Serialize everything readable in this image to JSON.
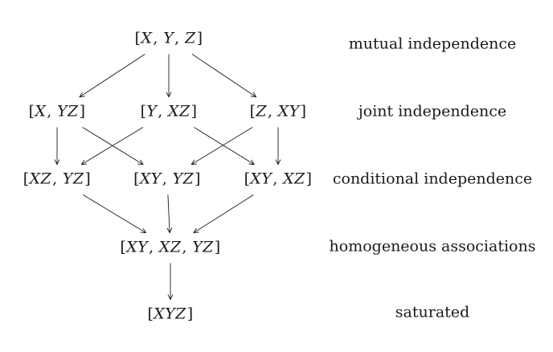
{
  "diagram": {
    "kind": "log-linear model hierarchy lattice",
    "colors": {
      "ink": "#1a1a1a",
      "background": "#ffffff"
    },
    "nodes": {
      "mutual": {
        "label": "[X, Y, Z]"
      },
      "x_yz": {
        "label": "[X, YZ]"
      },
      "y_xz": {
        "label": "[Y, XZ]"
      },
      "z_xy": {
        "label": "[Z, XY]"
      },
      "xz_yz": {
        "label": "[XZ, YZ]"
      },
      "xy_yz": {
        "label": "[XY, YZ]"
      },
      "xy_xz": {
        "label": "[XY, XZ]"
      },
      "homogeneous": {
        "label": "[XY, XZ, YZ]"
      },
      "saturated": {
        "label": "[XYZ]"
      }
    },
    "edges": [
      {
        "from": "mutual",
        "to": "x_yz"
      },
      {
        "from": "mutual",
        "to": "y_xz"
      },
      {
        "from": "mutual",
        "to": "z_xy"
      },
      {
        "from": "x_yz",
        "to": "xz_yz"
      },
      {
        "from": "x_yz",
        "to": "xy_yz"
      },
      {
        "from": "y_xz",
        "to": "xz_yz"
      },
      {
        "from": "y_xz",
        "to": "xy_xz"
      },
      {
        "from": "z_xy",
        "to": "xy_yz"
      },
      {
        "from": "z_xy",
        "to": "xy_xz"
      },
      {
        "from": "xz_yz",
        "to": "homogeneous"
      },
      {
        "from": "xy_yz",
        "to": "homogeneous"
      },
      {
        "from": "xy_xz",
        "to": "homogeneous"
      },
      {
        "from": "homogeneous",
        "to": "saturated"
      }
    ],
    "row_labels": [
      {
        "text": "mutual independence"
      },
      {
        "text": "joint independence"
      },
      {
        "text": "conditional independence"
      },
      {
        "text": "homogeneous associations"
      },
      {
        "text": "saturated"
      }
    ]
  }
}
